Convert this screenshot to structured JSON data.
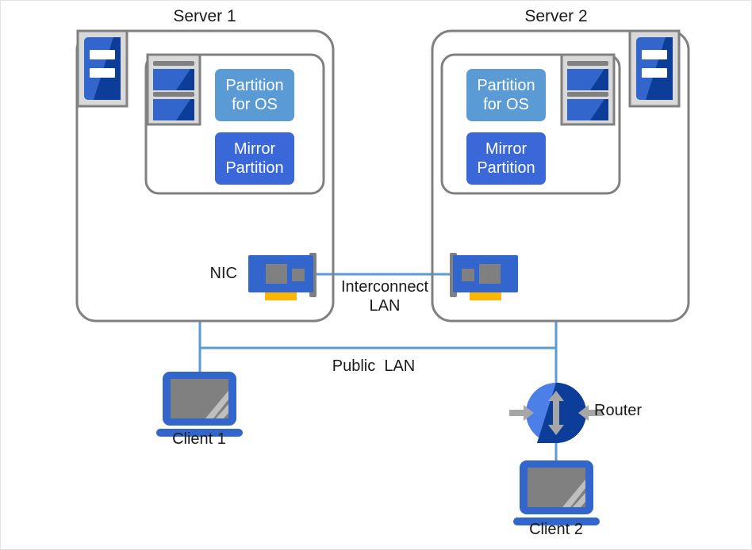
{
  "diagram": {
    "title_server1": "Server 1",
    "title_server2": "Server 2",
    "labels": {
      "nic": "NIC",
      "interconnect_lan": "Interconnect\nLAN",
      "public_lan": "Public  LAN",
      "router": "Router",
      "client1": "Client 1",
      "client2": "Client 2"
    },
    "partitions": {
      "os": "Partition\nfor OS",
      "mirror": "Mirror\nPartition"
    },
    "icons": {
      "server1_server_icon": "server-icon",
      "server2_server_icon": "server-icon",
      "server1_disk_icon": "disk-stack-icon",
      "server2_disk_icon": "disk-stack-icon",
      "nic1": "nic-card-icon",
      "nic2": "nic-card-icon",
      "router": "router-icon",
      "client1": "laptop-icon",
      "client2": "laptop-icon"
    },
    "colors": {
      "partition_os": "#5B9BD5",
      "partition_mirror": "#3A68D8",
      "icon_blue": "#3366cc",
      "icon_blue_dark": "#0b3d99",
      "icon_gray_frame": "#d9d9d9",
      "icon_gray_border": "#808080",
      "box_border": "#808080",
      "link_blue": "#5B9BD5",
      "nic_blue": "#3366cc",
      "nic_gray": "#808080",
      "nic_orange": "#ffb600",
      "laptop_blue": "#3366cc",
      "laptop_screen": "#808080",
      "text": "#1a1a1a",
      "page_border": "#e3e3e3"
    }
  }
}
